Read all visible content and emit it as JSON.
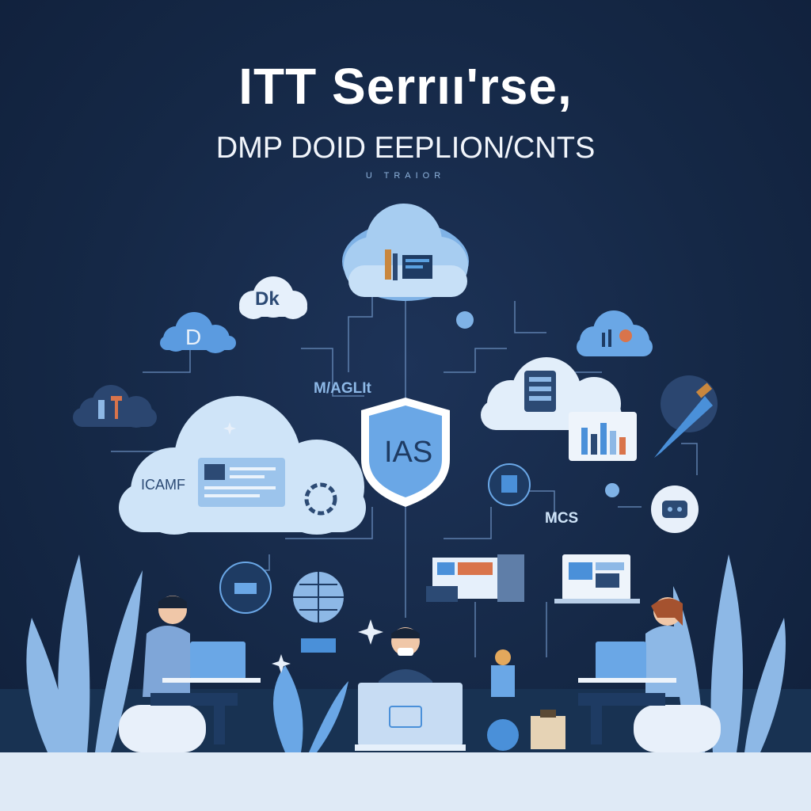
{
  "header": {
    "title": "ITT Serrıı'rse,",
    "subtitle": "DMP DOID EEPLION/CNTS",
    "tagline": "U TRAIOR"
  },
  "labels": {
    "dk_cloud": "Dk",
    "d_cloud": "D",
    "magic_text": "M/AGLIt",
    "shield_text": "IAS",
    "big_cloud_text": "ICAMF",
    "mcs_text": "MCS"
  },
  "colors": {
    "background": "#152846",
    "cloud_light": "#cfe4f8",
    "cloud_mid": "#7fb2e6",
    "accent_blue": "#4a90d9",
    "floor": "#dfeaf6"
  },
  "icons": [
    "cloud-tools-icon",
    "cloud-dk-icon",
    "cloud-d-icon",
    "cloud-chart-icon",
    "cloud-server-icon",
    "shield-icon",
    "globe-icon",
    "laptop-icon",
    "bar-chart-icon",
    "pen-icon",
    "robot-icon",
    "clipboard-icon"
  ]
}
